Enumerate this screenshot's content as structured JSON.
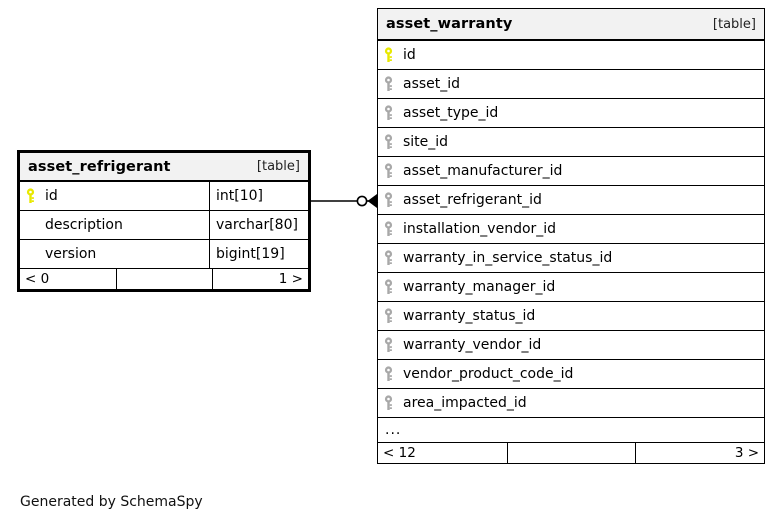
{
  "diagram": {
    "generator_note": "Generated by SchemaSpy",
    "table_tag": "[table]",
    "ellipsis": "...",
    "colors": {
      "primary_key_icon": "#e8e800",
      "foreign_key_icon": "#a8a8a8",
      "header_background": "#f2f2f2",
      "border": "#000000",
      "page_background": "#ffffff"
    }
  },
  "tables": [
    {
      "id": "asset_refrigerant",
      "name": "asset_refrigerant",
      "tag": "[table]",
      "focal": true,
      "columns": [
        {
          "name": "id",
          "type": "int[10]",
          "key": "primary"
        },
        {
          "name": "description",
          "type": "varchar[80]",
          "key": "none"
        },
        {
          "name": "version",
          "type": "bigint[19]",
          "key": "none"
        }
      ],
      "footer": {
        "left": "< 0",
        "middle": "",
        "right": "1 >"
      }
    },
    {
      "id": "asset_warranty",
      "name": "asset_warranty",
      "tag": "[table]",
      "focal": false,
      "columns": [
        {
          "name": "id",
          "type": "",
          "key": "primary"
        },
        {
          "name": "asset_id",
          "type": "",
          "key": "foreign"
        },
        {
          "name": "asset_type_id",
          "type": "",
          "key": "foreign"
        },
        {
          "name": "site_id",
          "type": "",
          "key": "foreign"
        },
        {
          "name": "asset_manufacturer_id",
          "type": "",
          "key": "foreign"
        },
        {
          "name": "asset_refrigerant_id",
          "type": "",
          "key": "foreign"
        },
        {
          "name": "installation_vendor_id",
          "type": "",
          "key": "foreign"
        },
        {
          "name": "warranty_in_service_status_id",
          "type": "",
          "key": "foreign"
        },
        {
          "name": "warranty_manager_id",
          "type": "",
          "key": "foreign"
        },
        {
          "name": "warranty_status_id",
          "type": "",
          "key": "foreign"
        },
        {
          "name": "warranty_vendor_id",
          "type": "",
          "key": "foreign"
        },
        {
          "name": "vendor_product_code_id",
          "type": "",
          "key": "foreign"
        },
        {
          "name": "area_impacted_id",
          "type": "",
          "key": "foreign"
        }
      ],
      "has_more_row": true,
      "footer": {
        "left": "< 12",
        "middle": "",
        "right": "3 >"
      }
    }
  ],
  "relationship": {
    "from_table": "asset_refrigerant",
    "from_column": "id",
    "to_table": "asset_warranty",
    "to_column": "asset_refrigerant_id",
    "from_cardinality": "zero-or-one",
    "to_cardinality": "many"
  }
}
